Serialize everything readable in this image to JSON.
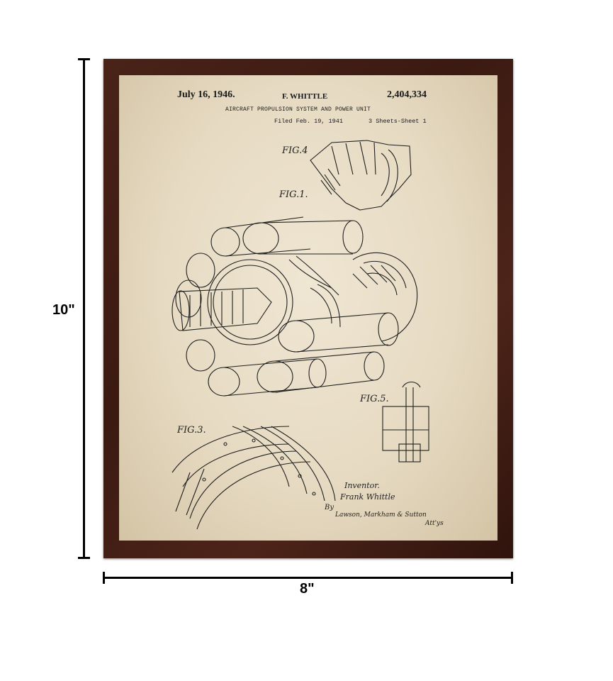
{
  "dimensions": {
    "height_label": "10\"",
    "width_label": "8\""
  },
  "patent": {
    "date": "July 16, 1946.",
    "inventor_header": "F. WHITTLE",
    "number": "2,404,334",
    "title": "AIRCRAFT PROPULSION SYSTEM AND POWER UNIT",
    "filed": "Filed Feb. 19, 1941",
    "sheets": "3 Sheets-Sheet 1"
  },
  "figures": {
    "fig1": "FIG.1.",
    "fig3": "FIG.3.",
    "fig4": "FIG.4",
    "fig5": "FIG.5."
  },
  "signature": {
    "inventor_label": "Inventor.",
    "inventor_name": "Frank Whittle",
    "by": "By",
    "attorneys": "Lawson, Markham & Sutton",
    "atty": "Att'ys"
  },
  "colors": {
    "frame": "#3b1a12",
    "paper": "#e6dac2",
    "ink": "#1a1a1a"
  }
}
